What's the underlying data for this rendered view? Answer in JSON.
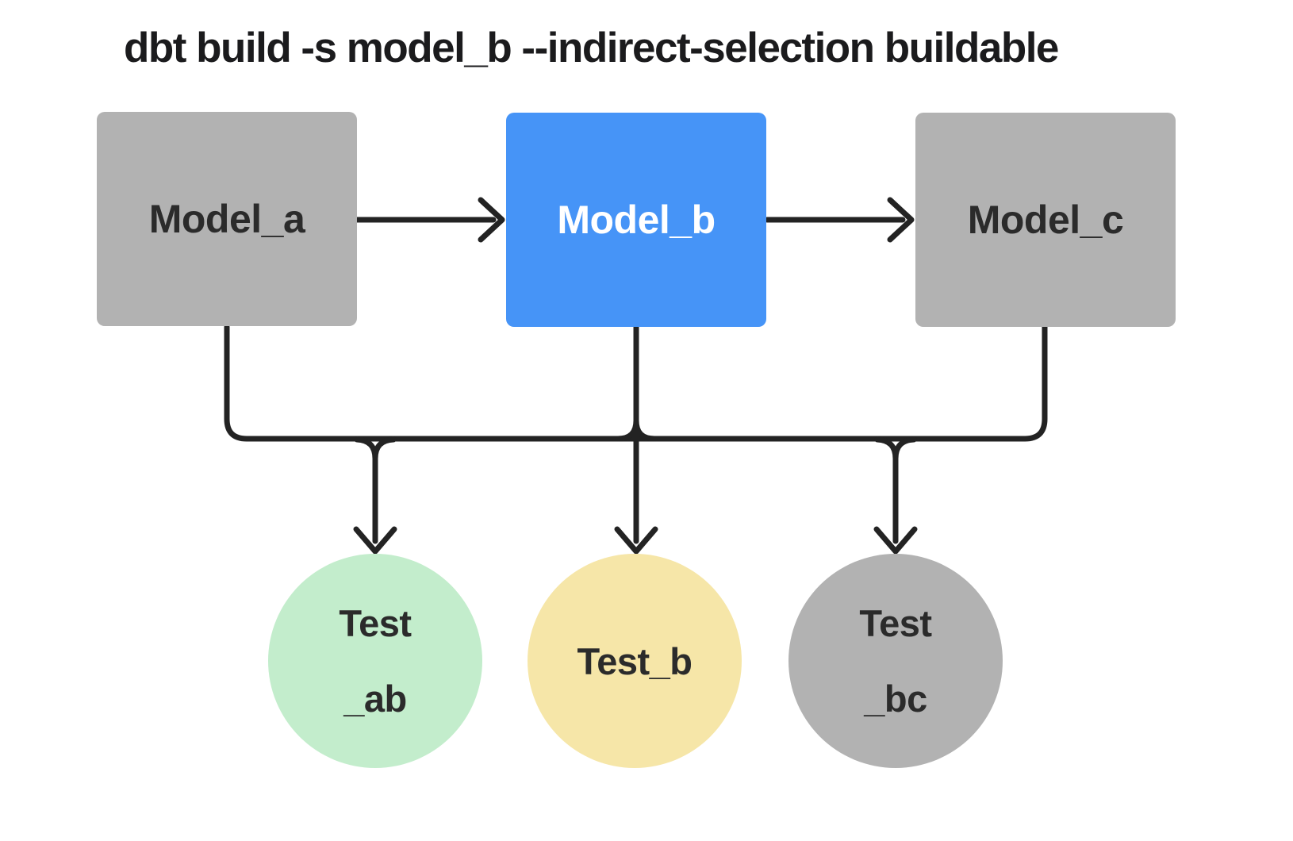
{
  "title": "dbt build -s model_b --indirect-selection buildable",
  "colors": {
    "background": "#ffffff",
    "node_gray": "#b2b2b2",
    "node_blue": "#4694f7",
    "test_green": "#c3edcc",
    "test_yellow": "#f6e6a8",
    "line": "#232323",
    "text_dark": "#2b2b2b",
    "text_light": "#ffffff",
    "text_title": "#1b1b1d"
  },
  "models": [
    {
      "id": "model_a",
      "label": "Model_a",
      "state": "unselected",
      "fill": "#b2b2b2"
    },
    {
      "id": "model_b",
      "label": "Model_b",
      "state": "selected",
      "fill": "#4694f7"
    },
    {
      "id": "model_c",
      "label": "Model_c",
      "state": "unselected",
      "fill": "#b2b2b2"
    }
  ],
  "tests": [
    {
      "id": "test_ab",
      "label_lines": [
        "Test",
        "_ab"
      ],
      "fill": "#c3edcc"
    },
    {
      "id": "test_b",
      "label_lines": [
        "Test_b"
      ],
      "fill": "#f6e6a8"
    },
    {
      "id": "test_bc",
      "label_lines": [
        "Test",
        "_bc"
      ],
      "fill": "#b2b2b2"
    }
  ],
  "edges": [
    {
      "from": "model_a",
      "to": "model_b",
      "type": "arrow"
    },
    {
      "from": "model_b",
      "to": "model_c",
      "type": "arrow"
    },
    {
      "from": "model_a",
      "to": "shared-bus",
      "type": "line"
    },
    {
      "from": "model_b",
      "to": "shared-bus",
      "type": "line"
    },
    {
      "from": "model_c",
      "to": "shared-bus",
      "type": "line"
    },
    {
      "from": "shared-bus",
      "to": "test_ab",
      "type": "arrow"
    },
    {
      "from": "shared-bus",
      "to": "test_b",
      "type": "arrow"
    },
    {
      "from": "shared-bus",
      "to": "test_bc",
      "type": "arrow"
    }
  ]
}
